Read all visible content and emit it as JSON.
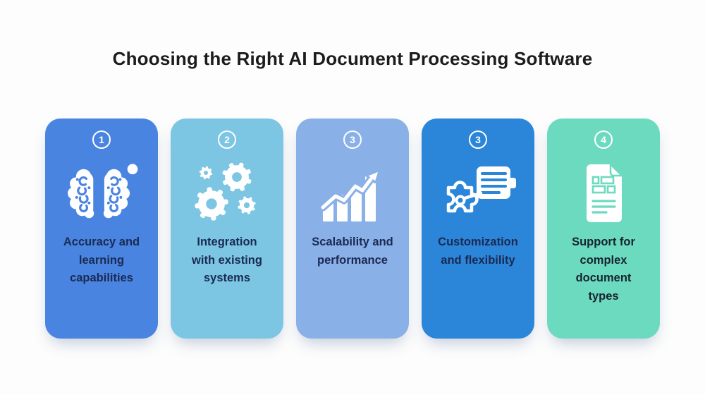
{
  "page": {
    "background_color": "#fdfdfd",
    "title": "Choosing the Right AI Document Processing Software",
    "title_color": "#1c1c1c"
  },
  "cards": [
    {
      "number": "1",
      "icon": "brain-icon",
      "label": [
        "Accuracy and",
        "learning",
        "capabilities"
      ],
      "color": "#4a84e1",
      "text_color": "#1b2a52"
    },
    {
      "number": "2",
      "icon": "gears-icon",
      "label": [
        "Integration",
        "with existing",
        "systems"
      ],
      "color": "#7cc6e4",
      "text_color": "#1b2a52"
    },
    {
      "number": "3",
      "icon": "growth-chart-icon",
      "label": [
        "Scalability and",
        "performance"
      ],
      "color": "#8ab0e8",
      "text_color": "#1b2a52"
    },
    {
      "number": "3",
      "icon": "puzzle-settings-icon",
      "label": [
        "Customization",
        "and flexibility"
      ],
      "color": "#2b86d9",
      "text_color": "#1b2a52"
    },
    {
      "number": "4",
      "icon": "document-icon",
      "label": [
        "Support for",
        "complex",
        "document",
        "types"
      ],
      "color": "#6cdabf",
      "text_color": "#17222f"
    }
  ]
}
